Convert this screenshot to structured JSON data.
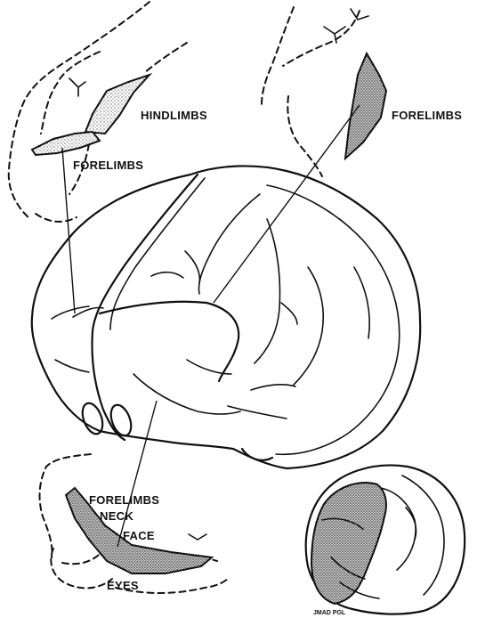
{
  "labels": {
    "top_left_hindlimbs": "HINDLIMBS",
    "top_left_forelimbs": "FORELIMBS",
    "top_right_forelimbs": "FORELIMBS",
    "bottom_left_forelimbs": "FORELIMBS",
    "bottom_left_neck": "NECK",
    "bottom_left_face": "FACE",
    "bottom_left_eyes": "EYES"
  },
  "signature": "JMAD PGL",
  "colors": {
    "ink": "#111111",
    "background": "#ffffff"
  }
}
